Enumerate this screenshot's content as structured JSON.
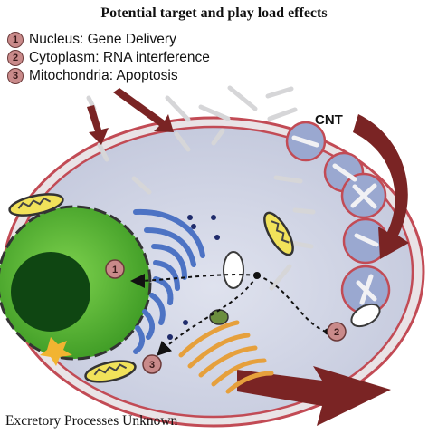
{
  "title": "Potential target and play load effects",
  "legend": [
    {
      "number": "1",
      "text": "Nucleus: Gene Delivery"
    },
    {
      "number": "2",
      "text": "Cytoplasm: RNA  interference"
    },
    {
      "number": "3",
      "text": "Mitochondria: Apoptosis"
    }
  ],
  "labels": {
    "cnt": "CNT",
    "footer": "Excretory Processes Unknown",
    "marker_1": "1",
    "marker_2": "2",
    "marker_3": "3"
  },
  "colors": {
    "membrane": "#c24b55",
    "cytoplasm": "#cfd3e4",
    "nucleus": "#56b935",
    "golgi": "#4d73c4",
    "mitochondria": "#f1e25a",
    "arrow": "#7a2424",
    "badge": "#c98a8a"
  }
}
